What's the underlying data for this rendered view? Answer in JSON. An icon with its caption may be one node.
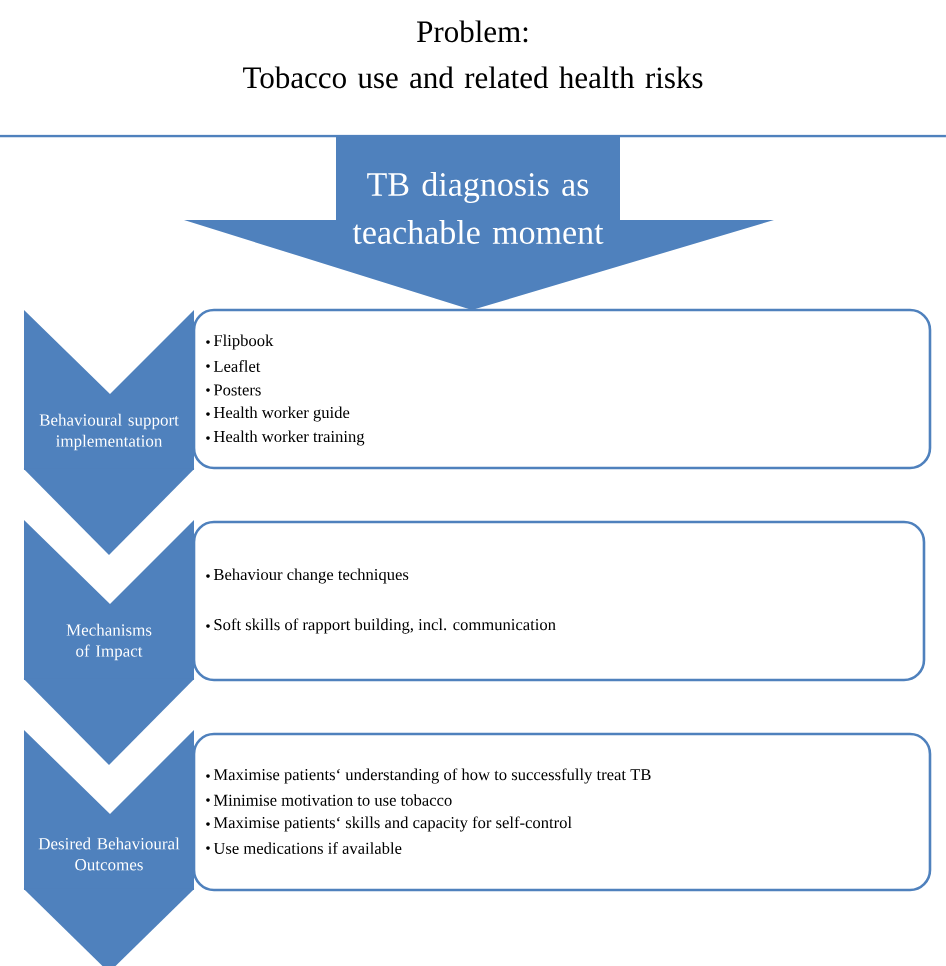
{
  "diagram": {
    "title": "Problem: Tobacco use and related health risks",
    "nodes": [
      {
        "text": [
          "TB diagnosis as teachable moment"
        ]
      },
      {
        "text": [
          "Behavioural support implementation"
        ]
      },
      {
        "text": [
          "Flipbook",
          "Leaflet",
          "Posters",
          "Health worker guide",
          "Health worker training"
        ]
      },
      {
        "text": [
          "Mechanisms of Impact"
        ]
      },
      {
        "text": [
          "Behaviour change techniques",
          "Soft skills of rapport building, incl. communication"
        ]
      },
      {
        "text": [
          "Desired Behavioural Outcomes"
        ]
      },
      {
        "text": [
          "Maximise patients‘ understanding of how to successfully treat TB",
          "Minimise motivation to use tobacco",
          "Maximise patients‘ skills and capacity for self-control",
          "Use medications if available"
        ]
      }
    ],
    "edges": [
      {
        "from": 1,
        "to": 3,
        "arrow": "to"
      },
      {
        "from": 3,
        "to": 5,
        "arrow": "to"
      },
      {
        "from": 5,
        "to": null,
        "arrow": "to"
      }
    ]
  }
}
